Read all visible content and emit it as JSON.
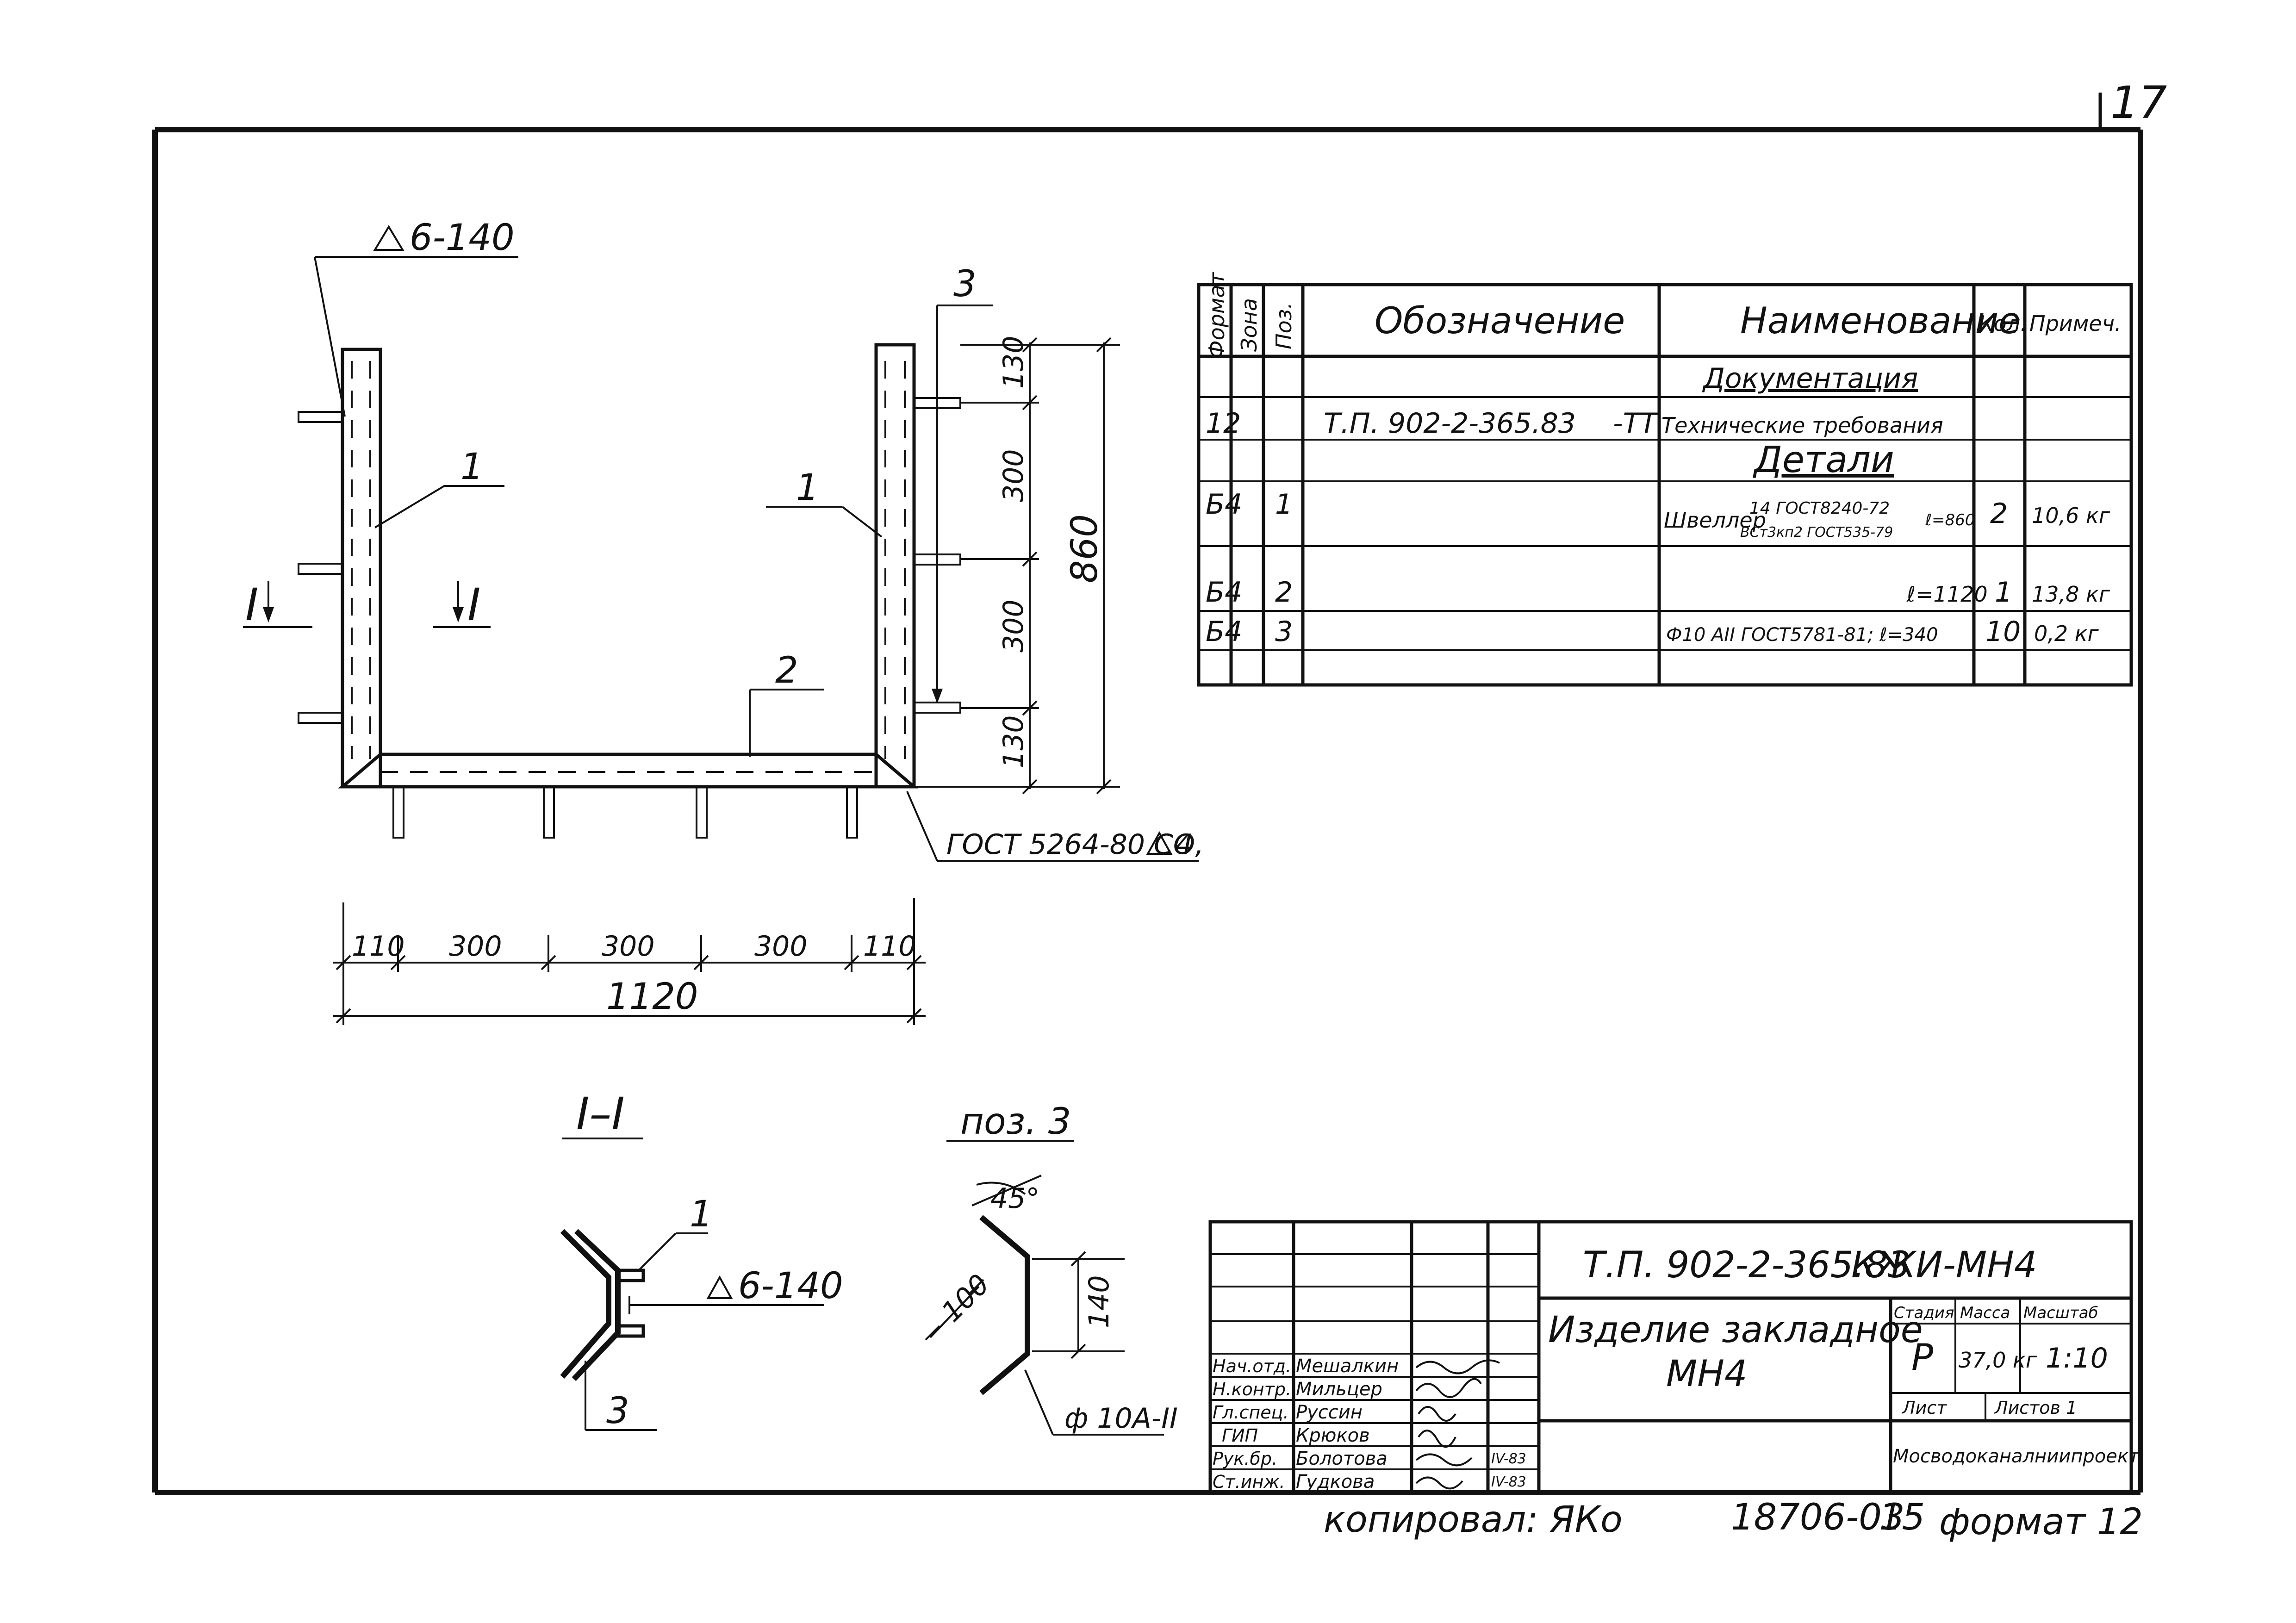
{
  "sheet": {
    "page_number": "17",
    "copied_by": "копировал: ЯКо",
    "inventory": "18706-03",
    "inventory_sheet": "15",
    "format": "формат 12"
  },
  "main_view": {
    "weld_top": "6-140",
    "weld_symbol": "triangle",
    "weld_gost": "ГОСТ 5264-80 СО,",
    "weld_gost_leg": "4",
    "section_mark": "3",
    "pos_1": "1",
    "pos_2": "2",
    "section_I": "I",
    "dims_vertical": [
      "130",
      "300",
      "300",
      "130"
    ],
    "dim_total_vertical": "860",
    "dims_horizontal": [
      "110",
      "300",
      "300",
      "300",
      "110"
    ],
    "dim_total_horizontal": "1120"
  },
  "section_view": {
    "title": "I–I",
    "pos_1": "1",
    "pos_3": "3",
    "weld": "6-140"
  },
  "pos3_view": {
    "title": "поз. 3",
    "angle": "45°",
    "dim_100": "100",
    "dim_140": "140",
    "bar": "ф 10А-II"
  },
  "spec": {
    "headers": [
      "Формат",
      "Зона",
      "Поз.",
      "Обозначение",
      "Наименование",
      "Кол.",
      "Примеч."
    ],
    "section_documentation": "Документация",
    "section_details": "Детали",
    "rows": [
      {
        "format": "12",
        "zone": "",
        "pos": "",
        "designation": "Т.П. 902-2-365.83",
        "suffix": "-ТТ",
        "name": "Технические требования",
        "qty": "",
        "note": ""
      },
      {
        "format": "Б4",
        "zone": "",
        "pos": "1",
        "designation": "",
        "suffix": "",
        "name_main": "Швеллер",
        "name_top": "14 ГОСТ8240-72",
        "name_bottom": "ВСт3кп2 ГОСТ535-79",
        "name_len": "ℓ=860",
        "qty": "2",
        "note": "10,6 кг"
      },
      {
        "format": "Б4",
        "zone": "",
        "pos": "2",
        "designation": "",
        "suffix": "",
        "name": "ℓ=1120",
        "qty": "1",
        "note": "13,8 кг"
      },
      {
        "format": "Б4",
        "zone": "",
        "pos": "3",
        "designation": "",
        "suffix": "",
        "name": "Ф10 АII ГОСТ5781-81; ℓ=340",
        "qty": "10",
        "note": "0,2 кг"
      }
    ]
  },
  "title_block": {
    "code": "Т.П. 902-2-365.83",
    "mark": "КЖИ-МН4",
    "name_line1": "Изделие закладное",
    "name_line2": "МН4",
    "stage_h": "Стадия",
    "mass_h": "Масса",
    "scale_h": "Масштаб",
    "stage": "Р",
    "mass": "37,0 кг",
    "scale": "1:10",
    "sheet_h": "Лист",
    "sheets_h": "Листов 1",
    "org": "Мосводоканалниипроект",
    "people": [
      {
        "role": "Нач.отд.",
        "name": "Мешалкин",
        "date": ""
      },
      {
        "role": "Н.контр.",
        "name": "Мильцер",
        "date": ""
      },
      {
        "role": "Гл.спец.",
        "name": "Руссин",
        "date": ""
      },
      {
        "role": "ГИП",
        "name": "Крюков",
        "date": ""
      },
      {
        "role": "Рук.бр.",
        "name": "Болотова",
        "date": "IV-83"
      },
      {
        "role": "Ст.инж.",
        "name": "Гудкова",
        "date": "IV-83"
      }
    ]
  }
}
